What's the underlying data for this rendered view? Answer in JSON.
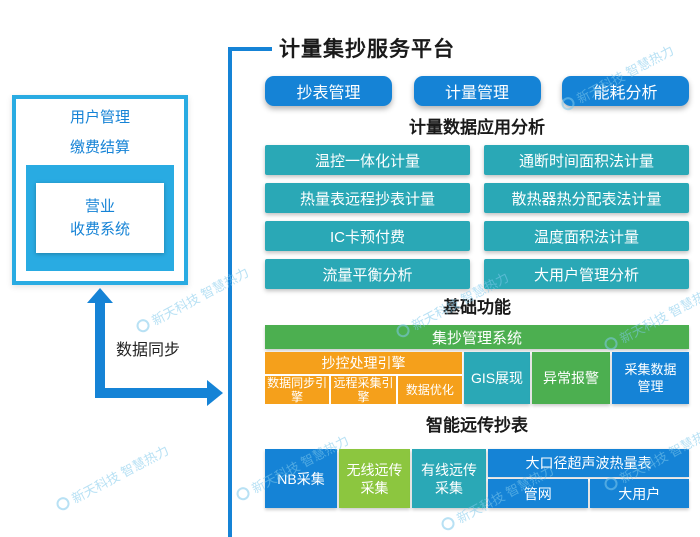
{
  "watermark": {
    "text": "新天科技 智慧热力"
  },
  "left_panel": {
    "lines": [
      "用户管理",
      "缴费结算"
    ],
    "inner_lines": [
      "营业",
      "收费系统"
    ]
  },
  "arrow_label": "数据同步",
  "main": {
    "title": "计量集抄服务平台",
    "top_buttons": [
      "抄表管理",
      "计量管理",
      "能耗分析"
    ],
    "section1": {
      "title": "计量数据应用分析",
      "left_items": [
        "温控一体化计量",
        "热量表远程抄表计量",
        "IC卡预付费",
        "流量平衡分析"
      ],
      "right_items": [
        "通断时间面积法计量",
        "散热器热分配表法计量",
        "温度面积法计量",
        "大用户管理分析"
      ]
    },
    "section2": {
      "title": "基础功能",
      "bar": "集抄管理系统",
      "engine_header": "抄控处理引擎",
      "engine_cells": [
        "数据同步引擎",
        "远程采集引擎",
        "数据优化"
      ],
      "gis": "GIS展现",
      "alarm": "异常报警",
      "data_mgmt": "采集数据管理"
    },
    "section3": {
      "title": "智能远传抄表",
      "nb": "NB采集",
      "wireless": "无线远传采集",
      "wired": "有线远传采集",
      "ultrasonic_header": "大口径超声波热量表",
      "ultrasonic_cells": [
        "管网",
        "大用户"
      ]
    }
  },
  "colors": {
    "blue": "#1583d6",
    "light_blue": "#29abe2",
    "teal": "#2aa8b6",
    "green": "#4caf50",
    "light_green": "#8cc63f",
    "orange": "#f5a01b",
    "title_ink": "#1a1a1a",
    "watermark": "#7fc9ec"
  }
}
